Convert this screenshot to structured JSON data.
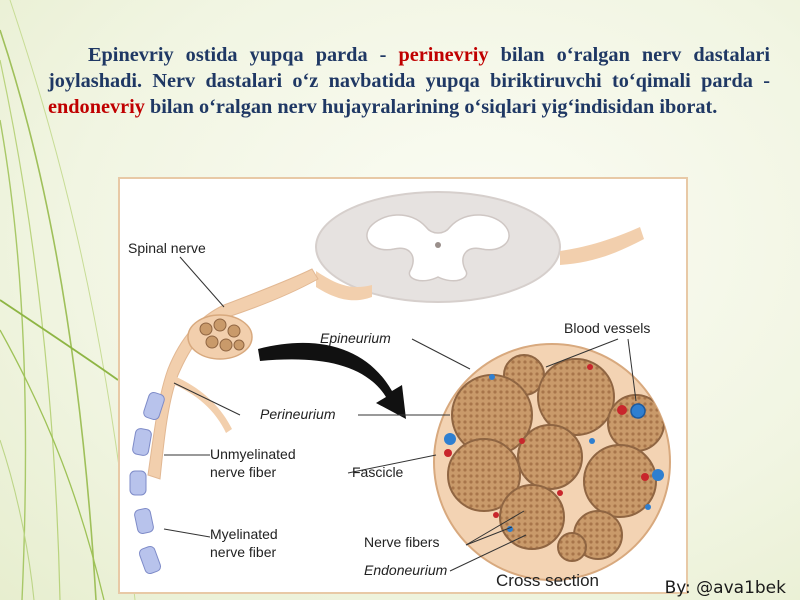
{
  "paragraph": {
    "part1": "Epinevriy ostida yupqa parda - ",
    "term1": "perinevriy",
    "part2": " bilan o‘ralgan nerv dastalari joylashadi. Nerv dastalari o‘z navbatida yupqa biriktiruvchi to‘qimali parda - ",
    "term2": "endonevriy",
    "part3": " bilan o‘ralgan nerv hujayralarining o‘siqlari yig‘indisidan iborat."
  },
  "figure": {
    "labels": {
      "spinal_nerve": "Spinal nerve",
      "epineurium": "Epineurium",
      "blood_vessels": "Blood vessels",
      "perineurium": "Perineurium",
      "unmyelinated_1": "Unmyelinated",
      "unmyelinated_2": "nerve fiber",
      "fascicle": "Fascicle",
      "myelinated_1": "Myelinated",
      "myelinated_2": "nerve fiber",
      "nerve_fibers": "Nerve fibers",
      "endoneurium": "Endoneurium",
      "cross_section": "Cross section"
    }
  },
  "author": "By: @ava1bek",
  "colors": {
    "title_text": "#1f3864",
    "highlight": "#c00000",
    "nerve_tissue": "#f2cfad",
    "fascicle_fill": "#c99a6a",
    "vessel_blue": "#2f7fd0",
    "vessel_red": "#c8262c"
  }
}
